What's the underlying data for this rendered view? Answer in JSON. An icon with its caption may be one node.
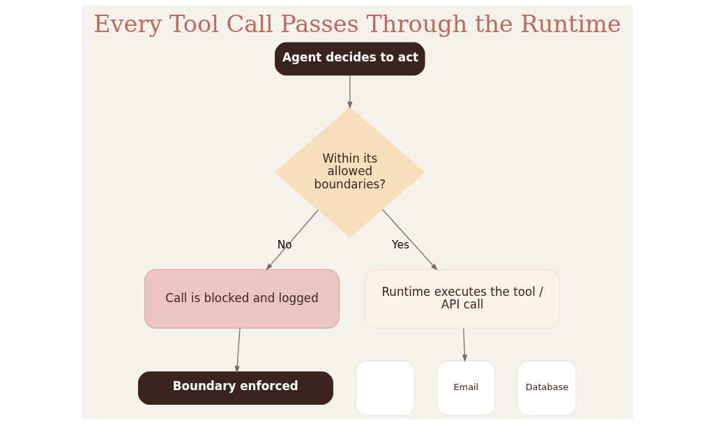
{
  "diagram": {
    "title": "Every Tool Call Passes Through the Runtime",
    "nodes": [
      {
        "text": [
          "Agent decides to act"
        ]
      },
      {
        "text": [
          "Within its allowed boundaries?"
        ]
      },
      {
        "text": [
          "Call is blocked and logged"
        ]
      },
      {
        "text": [
          "Boundary enforced"
        ]
      },
      {
        "text": [
          "Runtime executes the tool / API call"
        ]
      },
      {
        "text": [],
        "shape": "box"
      },
      {
        "text": [
          "Email"
        ]
      },
      {
        "text": [
          "Database"
        ]
      }
    ],
    "edges": [
      {
        "from": 0,
        "to": 1,
        "arrow": "to"
      },
      {
        "from": 1,
        "to": 2,
        "label": "No",
        "arrow": "to"
      },
      {
        "from": 1,
        "to": 4,
        "label": "Yes",
        "arrow": "to"
      },
      {
        "from": 2,
        "to": 3,
        "arrow": "to"
      },
      {
        "from": 4,
        "to": 6,
        "arrow": "to"
      }
    ]
  }
}
